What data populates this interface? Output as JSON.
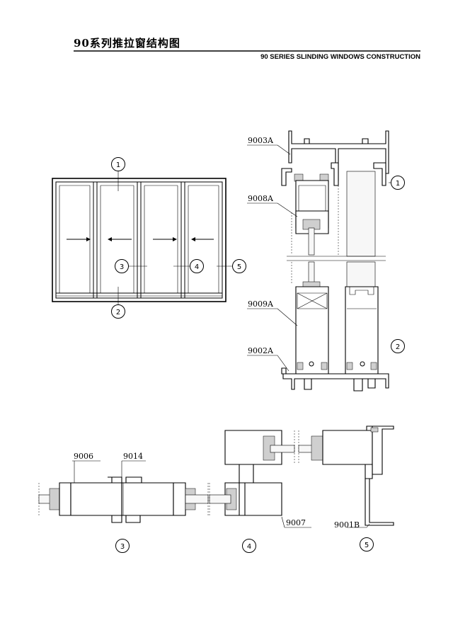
{
  "header": {
    "title_zh": "90系列推拉窗结构图",
    "title_en": "90 SERIES SLINDING WINDOWS CONSTRUCTION"
  },
  "profiles": {
    "p9003A": "9003A",
    "p9008A": "9008A",
    "p9009A": "9009A",
    "p9002A": "9002A",
    "p9006": "9006",
    "p9014": "9014",
    "p9007": "9007",
    "p9001B": "9001B"
  },
  "callouts": {
    "c1": "1",
    "c2": "2",
    "c3": "3",
    "c4": "4",
    "c5": "5"
  },
  "icons": [
    "arrow-right-icon",
    "arrow-left-icon"
  ],
  "colors": {
    "line": "#000000",
    "background": "#ffffff",
    "hatch": "#cfcfcf"
  }
}
